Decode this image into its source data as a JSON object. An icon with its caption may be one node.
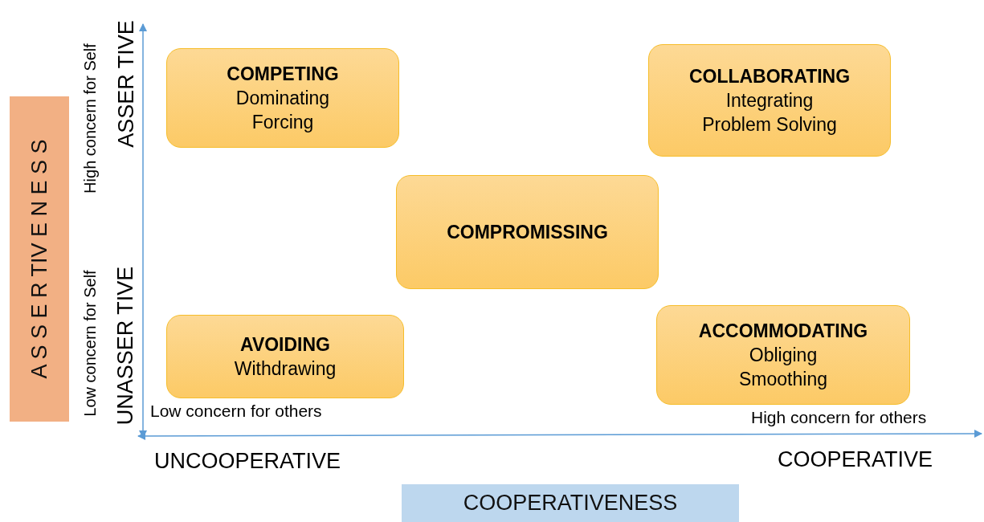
{
  "diagram": {
    "nodes": [
      {
        "text": [
          "A S S E R TIV E N E S S"
        ]
      },
      {
        "text": [
          "COMPETING",
          "Dominating",
          "Forcing"
        ]
      },
      {
        "text": [
          "COLLABORATING",
          "Integrating",
          "Problem Solving"
        ]
      },
      {
        "text": [
          "COMPROMISSING"
        ]
      },
      {
        "text": [
          "AVOIDING",
          "Withdrawing"
        ]
      },
      {
        "text": [
          "ACCOMMODATING",
          "Obliging",
          "Smoothing"
        ]
      },
      {
        "text": [
          "COOPERATIVENESS"
        ]
      }
    ],
    "labels": [
      "High concern for Self",
      "ASSER TIVE",
      "Low concern for Self",
      "UNASSER TIVE",
      "Low concern for others",
      "High concern for others",
      "UNCOOPERATIVE",
      "COOPERATIVE"
    ]
  }
}
